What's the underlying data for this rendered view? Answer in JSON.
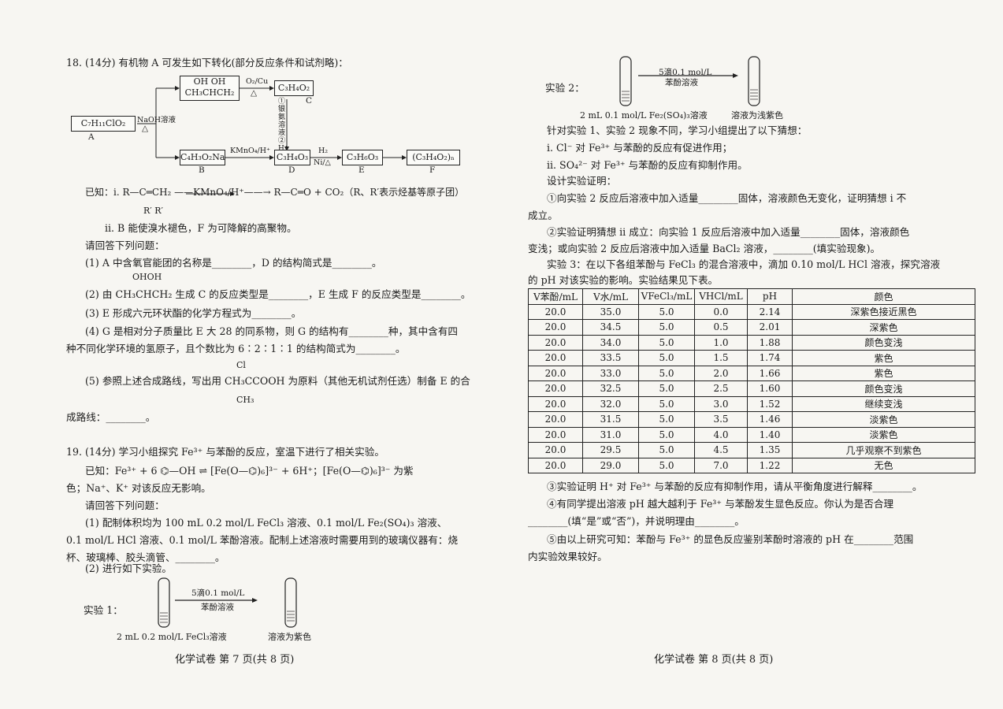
{
  "left": {
    "q18_title": "18. (14分) 有机物 A 可发生如下转化(部分反应条件和试剂略)：",
    "scheme": {
      "a_formula": "C₇H₁₁ClO₂",
      "a_label": "A",
      "r1": "NaOH溶液",
      "r1b": "△",
      "diol_top": "OH OH",
      "diol_bot": "CH₃CHCH₂",
      "r2": "O₂/Cu",
      "r2b": "△",
      "c_formula": "C₃H₄O₂",
      "c_label": "C",
      "vert_note": "① 银氨溶液 ② H⁺ △",
      "b_formula": "C₄H₃O₂Na",
      "b_label": "B",
      "r3": "KMnO₄/H⁺",
      "d_formula": "C₃H₄O₃",
      "d_label": "D",
      "r4": "H₂",
      "r4b": "Ni/△",
      "e_formula": "C₃H₆O₃",
      "e_label": "E",
      "f_formula": "(C₃H₄O₂)ₙ",
      "f_label": "F"
    },
    "known_i": "已知：ⅰ. R—C═CH₂ ——KMnO₄/H⁺——→ R—C═O + CO₂（R、R′表示烃基等原子团）",
    "known_r": "R′                                      R′",
    "known_ii": "ⅱ. B 能使溴水褪色，F 为可降解的高聚物。",
    "ask": "请回答下列问题：",
    "q1": "(1) A 中含氧官能团的名称是________，D 的结构简式是________。",
    "q2_top": "OHOH",
    "q2": "(2) 由 CH₃CHCH₂ 生成 C 的反应类型是________，E 生成 F 的反应类型是________。",
    "q3": "(3) E 形成六元环状酯的化学方程式为________。",
    "q4a": "(4) G 是相对分子质量比 E 大 28 的同系物，则 G 的结构有________种，其中含有四",
    "q4b": "种不同化学环境的氢原子，且个数比为 6∶2∶1∶1 的结构简式为________。",
    "q5_cl": "Cl",
    "q5": "(5) 参照上述合成路线，写出用 CH₃CCOOH 为原料（其他无机试剂任选）制备 E 的合",
    "q5_ch3": "CH₃",
    "q5b": "成路线：________。",
    "q19_title": "19. (14分) 学习小组探究 Fe³⁺ 与苯酚的反应，室温下进行了相关实验。",
    "q19_known": "已知：Fe³⁺ + 6 ⌬—OH ⇌ [Fe(O—⌬)₆]³⁻ + 6H⁺；[Fe(O—⌬)₆]³⁻ 为紫",
    "q19_known2": "色；Na⁺、K⁺ 对该反应无影响。",
    "ask2": "请回答下列问题：",
    "q19_1a": "(1) 配制体积均为 100 mL 0.2 mol/L FeCl₃ 溶液、0.1 mol/L Fe₂(SO₄)₃ 溶液、",
    "q19_1b": "0.1 mol/L HCl 溶液、0.1 mol/L 苯酚溶液。配制上述溶液时需要用到的玻璃仪器有：烧",
    "q19_1c": "杯、玻璃棒、胶头滴管、________。",
    "q19_2": "(2) 进行如下实验。",
    "exp1_label": "实验 1：",
    "exp1_reagent_top": "5滴0.1 mol/L",
    "exp1_reagent_bot": "苯酚溶液",
    "exp1_left": "2 mL 0.2 mol/L FeCl₃溶液",
    "exp1_right": "溶液为紫色",
    "footer": "化学试卷  第 7 页(共 8 页)"
  },
  "right": {
    "exp2_label": "实验 2：",
    "exp2_reagent_top": "5滴0.1 mol/L",
    "exp2_reagent_bot": "苯酚溶液",
    "exp2_left": "2 mL 0.1 mol/L Fe₂(SO₄)₃溶液",
    "exp2_right": "溶液为浅紫色",
    "p1": "针对实验 1、实验 2 现象不同，学习小组提出了以下猜想：",
    "p2": "ⅰ. Cl⁻ 对 Fe³⁺ 与苯酚的反应有促进作用；",
    "p3": "ⅱ. SO₄²⁻ 对 Fe³⁺ 与苯酚的反应有抑制作用。",
    "p4": "设计实验证明：",
    "p5a": "①向实验 2 反应后溶液中加入适量________固体，溶液颜色无变化，证明猜想 ⅰ 不",
    "p5b": "成立。",
    "p6a": "②实验证明猜想 ⅱ 成立：向实验 1 反应后溶液中加入适量________固体，溶液颜色",
    "p6b": "变浅；或向实验 2 反应后溶液中加入适量 BaCl₂ 溶液，________(填实验现象)。",
    "p7a": "实验 3：在以下各组苯酚与 FeCl₃ 的混合溶液中，滴加 0.10 mol/L HCl 溶液，探究溶液",
    "p7b": "的 pH 对该实验的影响。实验结果见下表。",
    "table": {
      "headers": [
        "V苯酚/mL",
        "V水/mL",
        "VFeCl₃/mL",
        "VHCl/mL",
        "pH",
        "颜色"
      ],
      "rows": [
        [
          "20.0",
          "35.0",
          "5.0",
          "0.0",
          "2.14",
          "深紫色接近黑色"
        ],
        [
          "20.0",
          "34.5",
          "5.0",
          "0.5",
          "2.01",
          "深紫色"
        ],
        [
          "20.0",
          "34.0",
          "5.0",
          "1.0",
          "1.88",
          "颜色变浅"
        ],
        [
          "20.0",
          "33.5",
          "5.0",
          "1.5",
          "1.74",
          "紫色"
        ],
        [
          "20.0",
          "33.0",
          "5.0",
          "2.0",
          "1.66",
          "紫色"
        ],
        [
          "20.0",
          "32.5",
          "5.0",
          "2.5",
          "1.60",
          "颜色变浅"
        ],
        [
          "20.0",
          "32.0",
          "5.0",
          "3.0",
          "1.52",
          "继续变浅"
        ],
        [
          "20.0",
          "31.5",
          "5.0",
          "3.5",
          "1.46",
          "淡紫色"
        ],
        [
          "20.0",
          "31.0",
          "5.0",
          "4.0",
          "1.40",
          "淡紫色"
        ],
        [
          "20.0",
          "29.5",
          "5.0",
          "4.5",
          "1.35",
          "几乎观察不到紫色"
        ],
        [
          "20.0",
          "29.0",
          "5.0",
          "7.0",
          "1.22",
          "无色"
        ]
      ]
    },
    "p8": "③实验证明 H⁺ 对 Fe³⁺ 与苯酚的反应有抑制作用，请从平衡角度进行解释________。",
    "p9a": "④有同学提出溶液 pH 越大越利于 Fe³⁺ 与苯酚发生显色反应。你认为是否合理",
    "p9b": "________(填“是”或“否”)，并说明理由________。",
    "p10a": "⑤由以上研究可知：苯酚与 Fe³⁺ 的显色反应鉴别苯酚时溶液的 pH 在________范围",
    "p10b": "内实验效果较好。",
    "footer": "化学试卷  第 8 页(共 8 页)"
  }
}
